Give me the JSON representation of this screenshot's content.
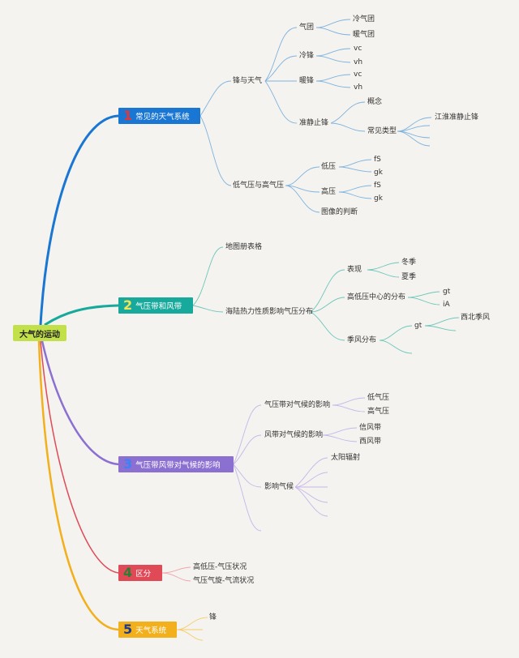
{
  "root": {
    "label": "大气的运动"
  },
  "colors": {
    "branch1": "#1976d2",
    "branch2": "#17a99b",
    "branch3": "#8b6fd1",
    "branch4": "#e04a57",
    "branch5": "#f2b01c",
    "num1": "#e0383a",
    "num2": "#f2e35a",
    "num3": "#3b82f6",
    "num4": "#2e7d32",
    "num5": "#1e3a8a"
  },
  "branches": [
    {
      "num": "1",
      "label": "常见的天气系统",
      "children": {
        "frontAndWeather": {
          "label": "锋与天气",
          "airMass": {
            "label": "气团",
            "items": [
              "冷气团",
              "暖气团"
            ]
          },
          "coldFront": {
            "label": "冷锋",
            "items": [
              "vc",
              "vh"
            ]
          },
          "warmFront": {
            "label": "暖锋",
            "items": [
              "vc",
              "vh"
            ]
          },
          "stationaryFront": {
            "label": "准静止锋",
            "concept": "概念",
            "commonTypes": {
              "label": "常见类型",
              "items": [
                "江淮准静止锋"
              ]
            }
          }
        },
        "lowHigh": {
          "label": "低气压与高气压",
          "low": {
            "label": "低压",
            "items": [
              "fS",
              "gk"
            ]
          },
          "high": {
            "label": "高压",
            "items": [
              "fS",
              "gk"
            ]
          },
          "chart": "图像的判断"
        }
      }
    },
    {
      "num": "2",
      "label": "气压带和风带",
      "children": {
        "atlas": "地图册表格",
        "landSea": {
          "label": "海陆热力性质影响气压分布",
          "appearance": {
            "label": "表现",
            "items": [
              "冬季",
              "夏季"
            ]
          },
          "centers": {
            "label": "高低压中心的分布",
            "items": [
              "gt",
              "iA"
            ]
          },
          "monsoon": {
            "label": "季风分布",
            "sub": "gt",
            "items": [
              "西北季风"
            ]
          }
        }
      }
    },
    {
      "num": "3",
      "label": "气压带风带对气候的影响",
      "children": {
        "pressureBelts": {
          "label": "气压带对气候的影响",
          "items": [
            "低气压",
            "高气压"
          ]
        },
        "windBelts": {
          "label": "风带对气候的影响",
          "items": [
            "信风带",
            "西风带"
          ]
        },
        "climateFactors": {
          "label": "影响气候",
          "items": [
            "太阳辐射"
          ]
        }
      }
    },
    {
      "num": "4",
      "label": "区分",
      "children": {
        "items": [
          "高低压-气压状况",
          "气压气旋-气流状况"
        ]
      }
    },
    {
      "num": "5",
      "label": "天气系统",
      "children": {
        "items": [
          "锋"
        ]
      }
    }
  ]
}
